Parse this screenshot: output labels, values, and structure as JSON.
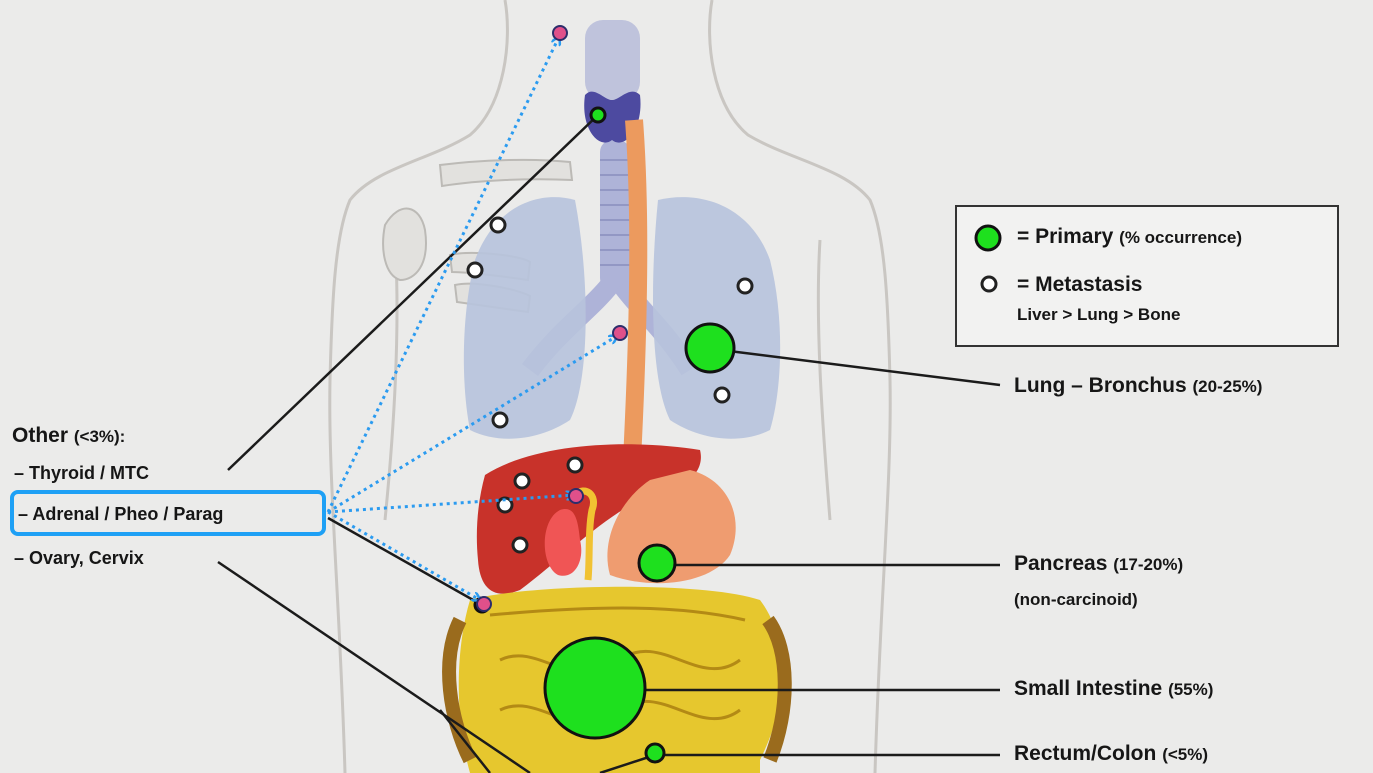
{
  "legend": {
    "primary_label": "= Primary",
    "primary_note": "(% occurrence)",
    "metastasis_label": "= Metastasis",
    "metastasis_note": "Liver > Lung > Bone"
  },
  "sites": [
    {
      "name": "Lung – Bronchus",
      "percent": "(20-25%)"
    },
    {
      "name": "Pancreas",
      "percent": "(17-20%)",
      "note": "(non-carcinoid)"
    },
    {
      "name": "Small Intestine",
      "percent": "(55%)"
    },
    {
      "name": "Rectum/Colon",
      "percent": "(<5%)"
    }
  ],
  "other": {
    "title": "Other",
    "percent": "(<3%):",
    "items": [
      "– Thyroid / MTC",
      "– Adrenal / Pheo / Parag",
      "– Ovary, Cervix"
    ]
  },
  "colors": {
    "primary": "#1ee01e",
    "highlight": "#1ea0f5",
    "arrow": "#2b9bf0",
    "target_dot": "#e0508a"
  }
}
